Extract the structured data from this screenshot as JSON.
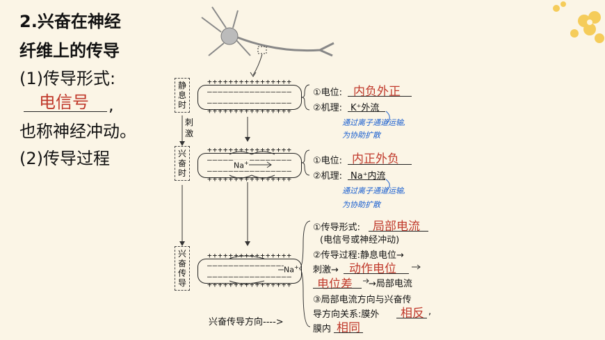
{
  "left": {
    "heading_num": "2",
    "heading_dot": ".",
    "heading_l1": "兴奋在神经",
    "heading_l2": "纤维上的传导",
    "form_label": "(1)传导形式:",
    "form_answer": "电信号",
    "form_comma": ",",
    "also_called": "也称神经冲动。",
    "process_label": "(2)传导过程"
  },
  "stages": {
    "resting": [
      "静",
      "息",
      "时"
    ],
    "stimulus": [
      "刺",
      "激"
    ],
    "excited": [
      "兴",
      "奋",
      "时"
    ],
    "conduct": [
      "兴",
      "奋",
      "传",
      "导"
    ]
  },
  "charges": {
    "plus_row": "++++++++++++++++",
    "minus_row": "––––––––––––––––",
    "na_label": "Na",
    "na_sup": "+"
  },
  "resting_info": {
    "potential_label": "①电位:",
    "potential_answer": "内负外正",
    "mechanism_label": "②机理:",
    "mechanism_text": "K⁺外流",
    "note_l1": "通过离子通道运输,",
    "note_l2": "为协助扩散"
  },
  "excited_info": {
    "potential_label": "①电位:",
    "potential_answer": "内正外负",
    "mechanism_label": "②机理:",
    "mechanism_text": "Na⁺内流",
    "note_l1": "通过离子通道运输,",
    "note_l2": "为协助扩散"
  },
  "conduct_info": {
    "form_label": "①传导形式:",
    "form_answer": "局部电流",
    "form_note": "(电信号或神经冲动)",
    "process_l1": "②传导过程:静息电位→",
    "process_l2a": "刺激→",
    "process_answer1": "动作电位",
    "process_l2b": "→",
    "process_answer2": "电位差",
    "process_l3b": "→局部电流",
    "direction_l1": "③局部电流方向与兴奋传",
    "direction_l2a": "导方向关系:膜外",
    "direction_answer1": "相反",
    "direction_l2b": ",",
    "direction_l3a": "膜内",
    "direction_answer2": "相同"
  },
  "direction_caption": "兴奋传导方向---->"
}
